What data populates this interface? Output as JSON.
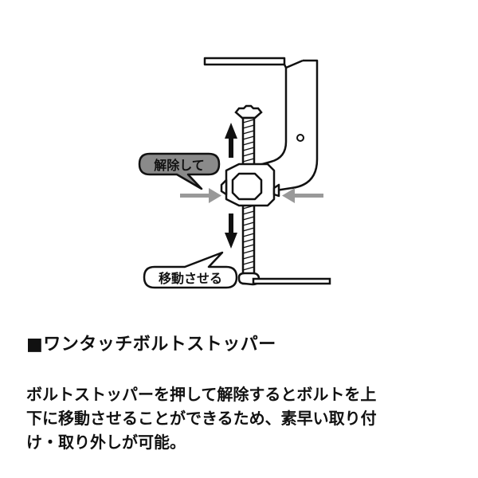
{
  "callouts": {
    "release": "解除して",
    "move": "移動させる"
  },
  "section": {
    "title": "■ワンタッチボルトストッパー"
  },
  "description": {
    "lines": [
      "ボルトストッパーを押して解除するとボルトを上",
      "下に移動させることができるため、素早い取り付",
      "け・取り外しが可能。"
    ]
  },
  "colors": {
    "ink": "#111111",
    "callout_fill": "#8a8a8a",
    "press_arrow": "#999999"
  }
}
